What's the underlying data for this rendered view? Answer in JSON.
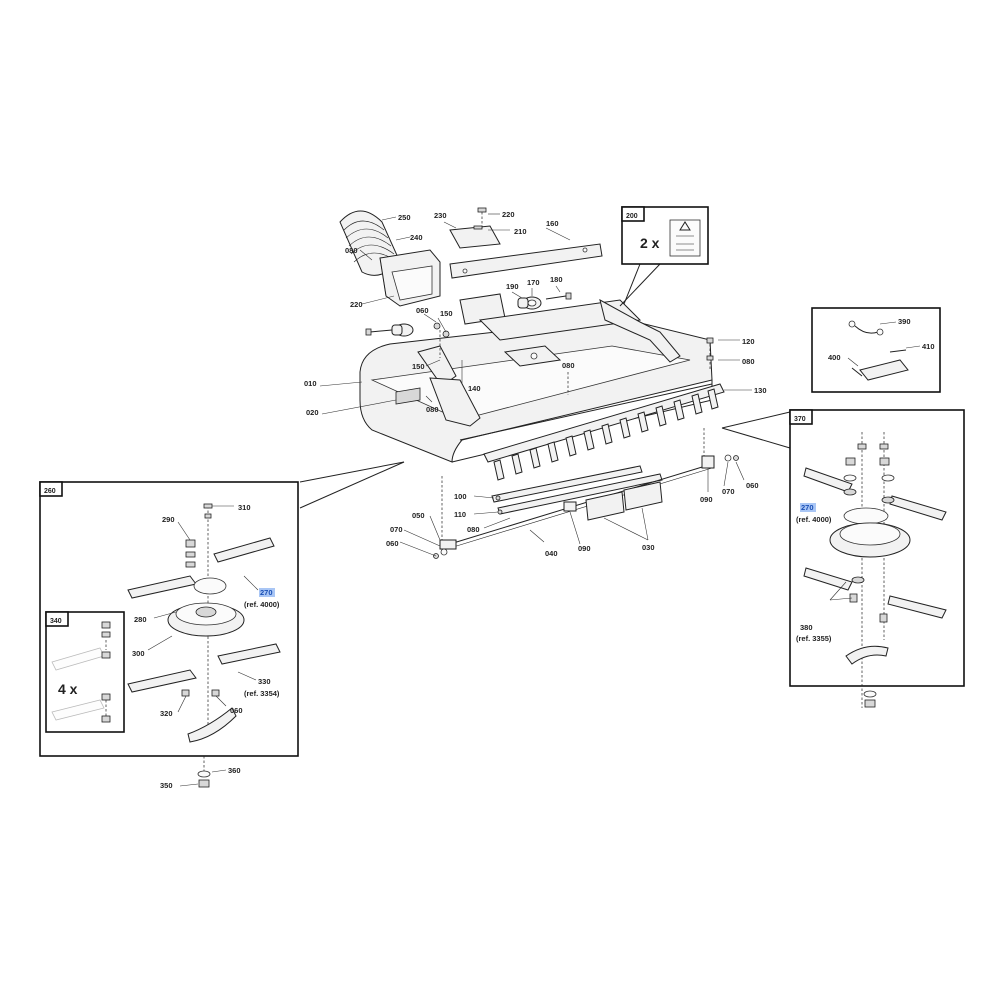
{
  "callouts": {
    "c250": "250",
    "c240": "240",
    "c080a": "080",
    "c220a": "220",
    "c230": "230",
    "c220b": "220",
    "c210": "210",
    "c160": "160",
    "c190": "190",
    "c170": "170",
    "c180": "180",
    "c060a": "060",
    "c150a": "150",
    "c150b": "150",
    "c140": "140",
    "c080b": "080",
    "c010": "010",
    "c020": "020",
    "c080c": "080",
    "c120": "120",
    "c080d": "080",
    "c130": "130",
    "c100": "100",
    "c110": "110",
    "c080e": "080",
    "c050": "050",
    "c070a": "070",
    "c060b": "060",
    "c040": "040",
    "c090a": "090",
    "c030": "030",
    "c090b": "090",
    "c070b": "070",
    "c060c": "060",
    "c350": "350",
    "c360": "360"
  },
  "box200": {
    "id": "200",
    "multiplier": "2 x"
  },
  "box_wire": {
    "c390": "390",
    "c400": "400",
    "c410": "410"
  },
  "box260": {
    "id": "260",
    "c310": "310",
    "c290": "290",
    "c270": "270",
    "ref_a": "(ref. 4000)",
    "c280": "280",
    "c300": "300",
    "c330": "330",
    "ref_b": "(ref. 3354)",
    "c320": "320",
    "c060": "060"
  },
  "box340": {
    "id": "340",
    "multiplier": "4 x"
  },
  "box370": {
    "id": "370",
    "c270": "270",
    "ref_a": "(ref. 4000)",
    "c380": "380",
    "ref_b": "(ref. 3355)"
  },
  "colors": {
    "line": "#222222",
    "link_text": "#1a4fb5",
    "link_highlight": "#a9c6f5"
  }
}
